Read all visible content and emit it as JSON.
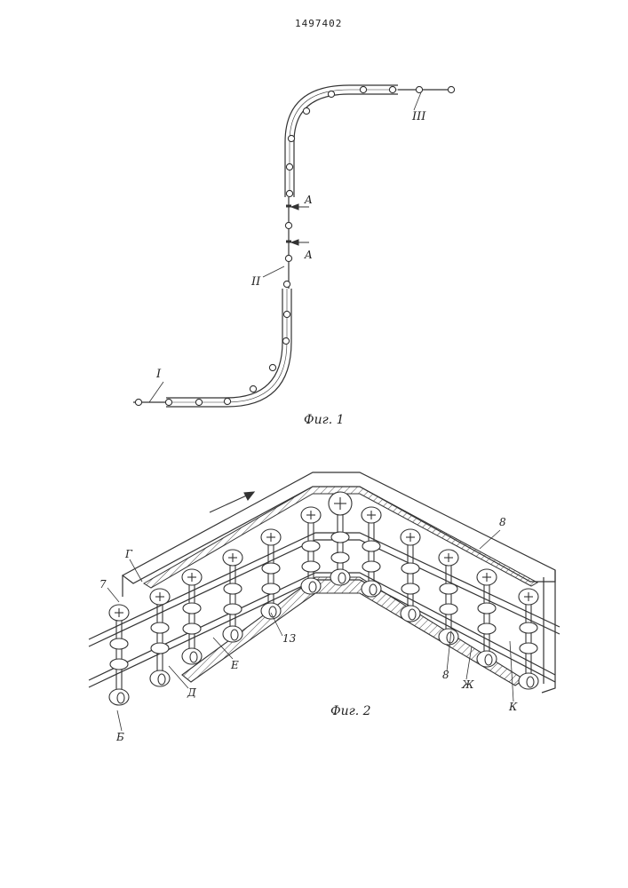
{
  "patent_number": "1497402",
  "fig1": {
    "caption": "Фиг. 1",
    "labels": {
      "section_1": "I",
      "section_2": "II",
      "section_3": "III",
      "cut_top": "A",
      "cut_bottom": "A"
    }
  },
  "fig2": {
    "caption": "Фиг. 2",
    "labels": {
      "g": "Г",
      "seven": "7",
      "b": "Б",
      "d": "Д",
      "e": "Е",
      "thirteen": "13",
      "eight_top": "8",
      "eight_bottom": "8",
      "zh": "Ж",
      "k": "К"
    }
  }
}
